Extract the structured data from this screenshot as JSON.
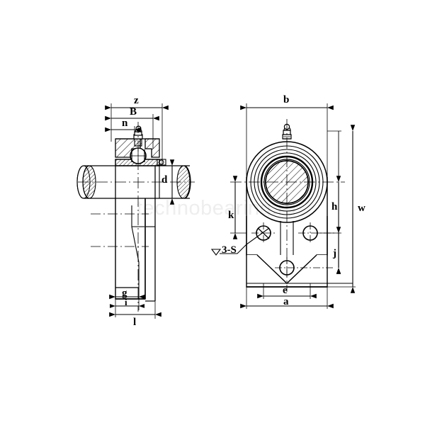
{
  "drawing": {
    "title": "Bearing unit technical drawing",
    "watermark": "technobearing.ru",
    "views": {
      "left": "side section view",
      "right": "front view"
    }
  },
  "colors": {
    "line": "#000000",
    "background": "#ffffff",
    "watermark": "#eeeeee"
  },
  "dimensions": {
    "left_view": [
      {
        "key": "z",
        "label": "z"
      },
      {
        "key": "B",
        "label": "B"
      },
      {
        "key": "n",
        "label": "n"
      },
      {
        "key": "d",
        "label": "d"
      },
      {
        "key": "g",
        "label": "g"
      },
      {
        "key": "i",
        "label": "i"
      },
      {
        "key": "l",
        "label": "l"
      }
    ],
    "right_view": [
      {
        "key": "b",
        "label": "b"
      },
      {
        "key": "h",
        "label": "h"
      },
      {
        "key": "w",
        "label": "w"
      },
      {
        "key": "k",
        "label": "k"
      },
      {
        "key": "j",
        "label": "j"
      },
      {
        "key": "e",
        "label": "e"
      },
      {
        "key": "a",
        "label": "a"
      }
    ],
    "notes": [
      {
        "key": "holes",
        "label": "3-S"
      }
    ]
  }
}
